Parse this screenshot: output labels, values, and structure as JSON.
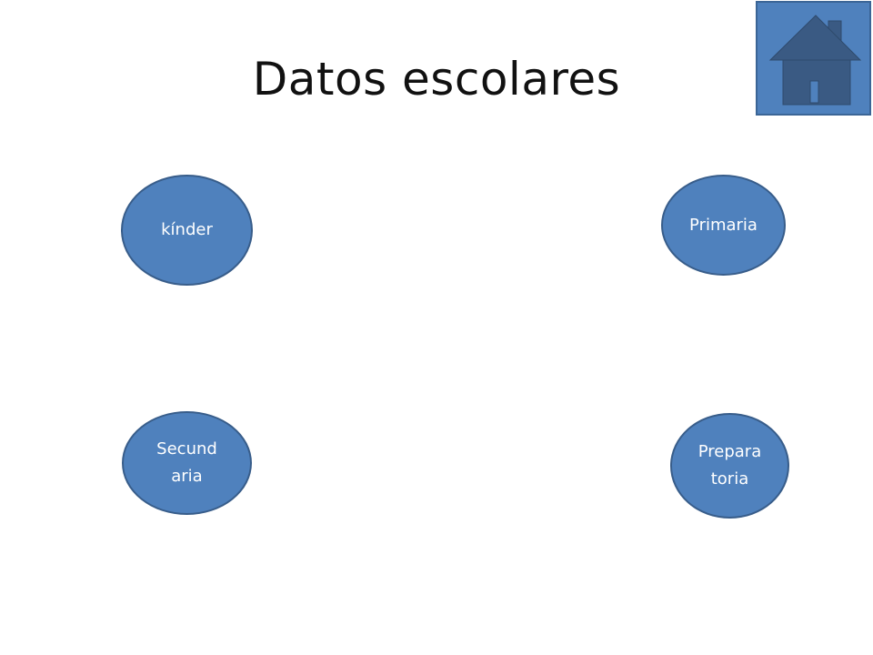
{
  "slide": {
    "title": "Datos escolares"
  },
  "home_button": {
    "icon": "house-icon",
    "color": "#4f81bd",
    "icon_color": "#3a5a83"
  },
  "nodes": [
    {
      "id": "kinder",
      "label": "kínder"
    },
    {
      "id": "primaria",
      "label": "Primaria"
    },
    {
      "id": "secundaria",
      "label": "Secund\naria"
    },
    {
      "id": "preparatoria",
      "label": "Prepara\ntoria"
    }
  ],
  "colors": {
    "node_fill": "#4f81bd",
    "node_border": "#385d8a",
    "node_text": "#ffffff",
    "title_text": "#111111"
  }
}
